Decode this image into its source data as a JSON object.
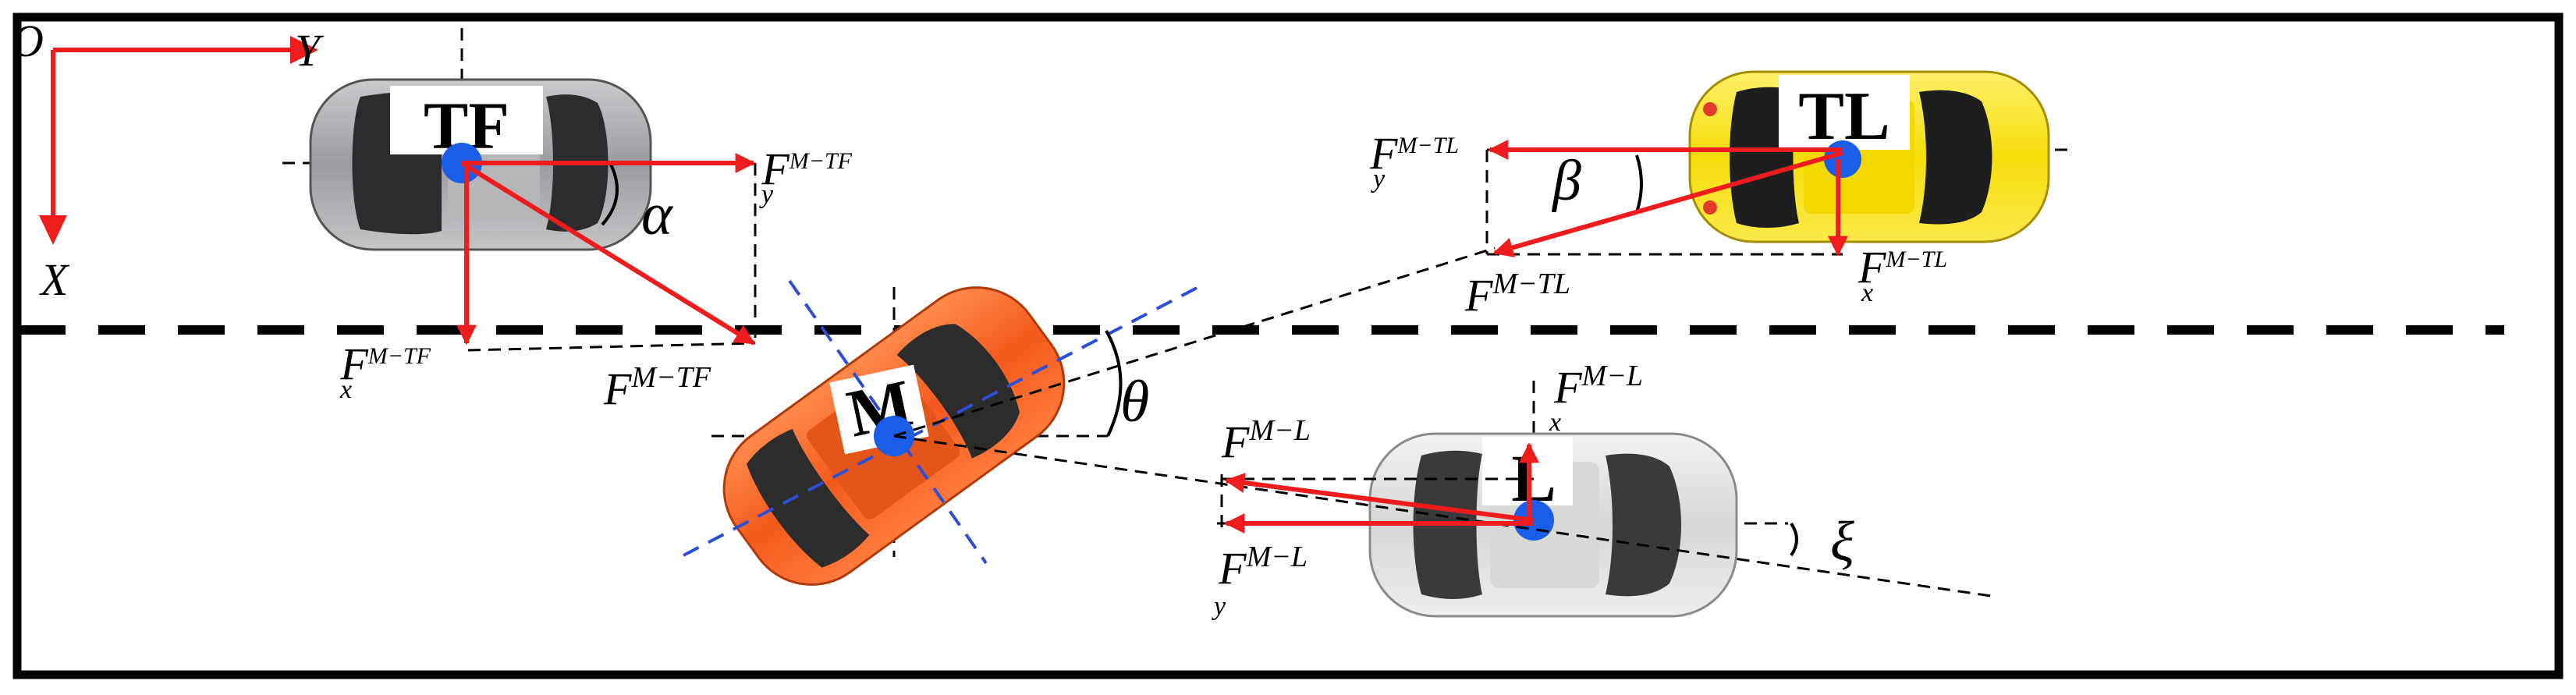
{
  "axes": {
    "origin": "O",
    "y_axis": "Y",
    "x_axis": "X"
  },
  "vehicles": {
    "tf": {
      "label": "TF",
      "color": "#9a9c9f"
    },
    "tl": {
      "label": "TL",
      "color": "#f6de0a"
    },
    "m": {
      "label": "M",
      "color": "#f35a1d"
    },
    "l": {
      "label": "L",
      "color": "#dcdcd8"
    }
  },
  "force_labels": {
    "fy_tf": {
      "main": "F",
      "sub": "y",
      "sup": "M−TF"
    },
    "fx_tf": {
      "main": "F",
      "sub": "x",
      "sup": "M−TF"
    },
    "f_tf": {
      "main": "F",
      "sup": "M−TF"
    },
    "fy_tl": {
      "main": "F",
      "sub": "y",
      "sup": "M−TL"
    },
    "fx_tl": {
      "main": "F",
      "sub": "x",
      "sup": "M−TL"
    },
    "f_tl": {
      "main": "F",
      "sup": "M−TL"
    },
    "f_l": {
      "main": "F",
      "sup": "M−L"
    },
    "fx_l": {
      "main": "F",
      "sub": "x",
      "sup": "M−L"
    },
    "fy_l": {
      "main": "F",
      "sub": "y",
      "sup": "M−L"
    }
  },
  "angles": {
    "alpha": "α",
    "beta": "β",
    "theta": "θ",
    "xi": "ξ"
  },
  "colors": {
    "force": "#ee1c1c",
    "center": "#1a5de8",
    "axis_m": "#2b4fd8",
    "border": "#000000"
  }
}
